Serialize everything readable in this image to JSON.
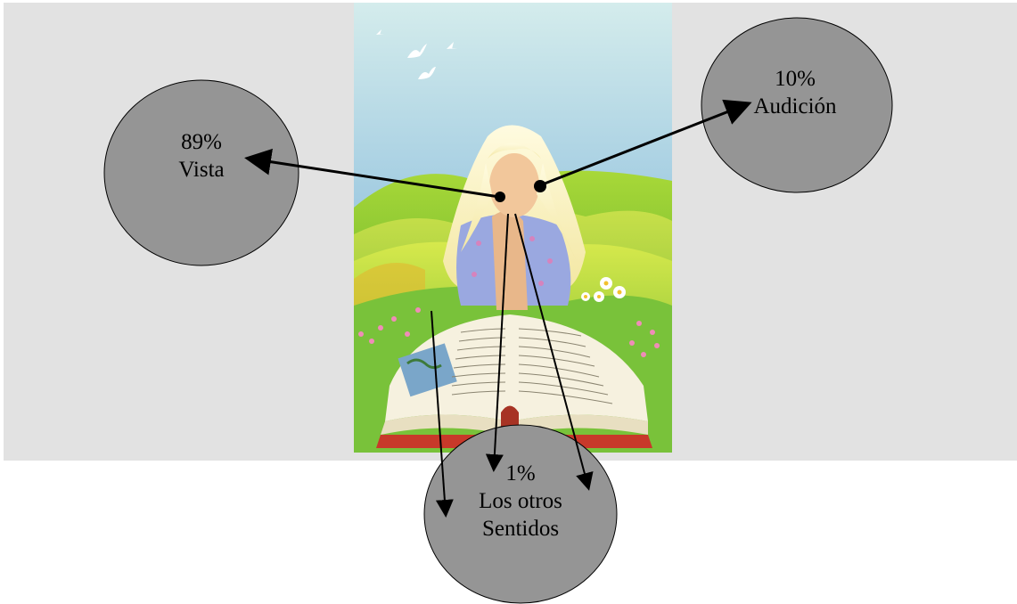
{
  "diagram": {
    "nodes": {
      "vista": {
        "percent": "89%",
        "label": "Vista"
      },
      "audicion": {
        "percent": "10%",
        "label": "Audición"
      },
      "otros": {
        "percent": "1%",
        "label_line1": "Los otros",
        "label_line2": "Sentidos"
      }
    },
    "colors": {
      "panel_background": "#e2e2e2",
      "circle_fill": "#959595",
      "arrow": "#000000"
    },
    "illustration": "girl reading open book on green hills with birds and flowers"
  }
}
